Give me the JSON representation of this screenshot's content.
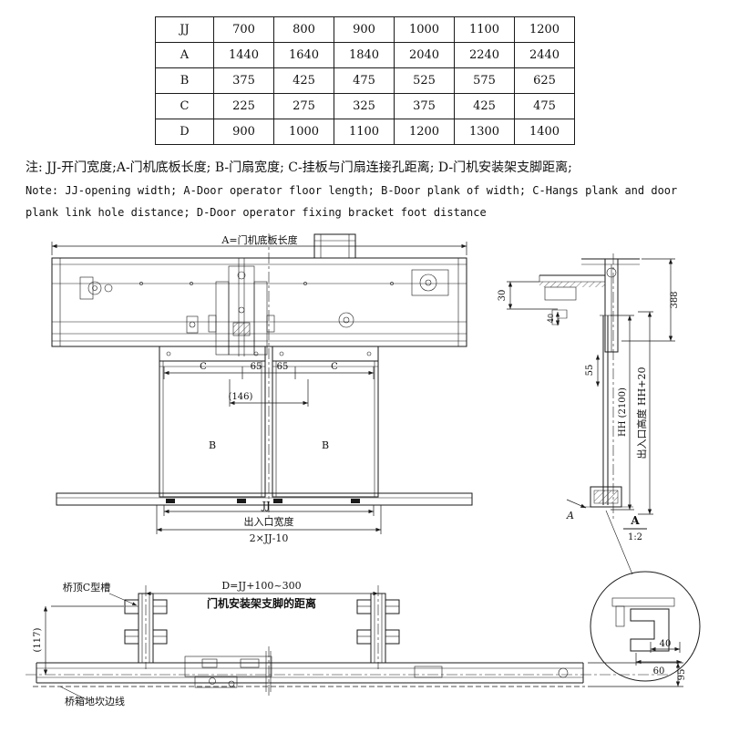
{
  "table": {
    "rows": [
      {
        "label": "JJ",
        "values": [
          "700",
          "800",
          "900",
          "1000",
          "1100",
          "1200"
        ]
      },
      {
        "label": "A",
        "values": [
          "1440",
          "1640",
          "1840",
          "2040",
          "2240",
          "2440"
        ]
      },
      {
        "label": "B",
        "values": [
          "375",
          "425",
          "475",
          "525",
          "575",
          "625"
        ]
      },
      {
        "label": "C",
        "values": [
          "225",
          "275",
          "325",
          "375",
          "425",
          "475"
        ]
      },
      {
        "label": "D",
        "values": [
          "900",
          "1000",
          "1100",
          "1200",
          "1300",
          "1400"
        ]
      }
    ]
  },
  "notes": {
    "line_cn": "注: JJ-开门宽度;A-门机底板长度; B-门扇宽度; C-挂板与门扇连接孔距离; D-门机安装架支脚距离;",
    "line_en1": "Note: JJ-opening width; A-Door operator floor length; B-Door plank of width; C-Hangs plank and door",
    "line_en2": "plank link hole distance; D-Door operator fixing bracket foot distance"
  },
  "drawing": {
    "dim_a": "A=门机底板长度",
    "dim_c_left": "C",
    "dim_65_a": "65",
    "dim_65_b": "65",
    "dim_c_right": "C",
    "dim_146": "(146)",
    "label_b_left": "B",
    "label_b_right": "B",
    "dim_jj": "JJ",
    "opening_width_cn": "出入口宽度",
    "opening_width_formula": "2×JJ-10",
    "dim_388": "388",
    "dim_30": "30",
    "dim_40_side": "40",
    "dim_55": "55",
    "dim_hh": "HH (2100)",
    "opening_height": "出入口高度 HH+20",
    "section_arrow_label": "A",
    "section_name": "A",
    "section_scale": "1:2",
    "detail_dim_40": "40",
    "detail_dim_60": "60",
    "c_channel_label": "桥顶C型槽",
    "dim_d_formula": "D=JJ+100~300",
    "d_desc": "门机安装架支脚的距离",
    "dim_117": "(117)",
    "dim_95": "95",
    "sill_edge_label": "桥箱地坎边线"
  }
}
